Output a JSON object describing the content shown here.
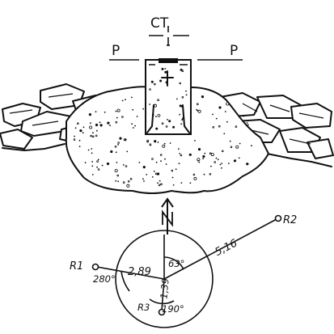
{
  "labels": {
    "ct": "CT",
    "p_left": "P",
    "p_right": "P",
    "north": "N",
    "r1": "R1",
    "r2": "R2",
    "r3": "R3",
    "dist_r1": "2,89",
    "dist_r2": "5,16",
    "dist_r3": "1,39",
    "bearing_r1": "280°",
    "bearing_r2": "63°",
    "bearing_r3": "190°"
  },
  "colors": {
    "ink": "#111111",
    "paper": "#ffffff"
  }
}
